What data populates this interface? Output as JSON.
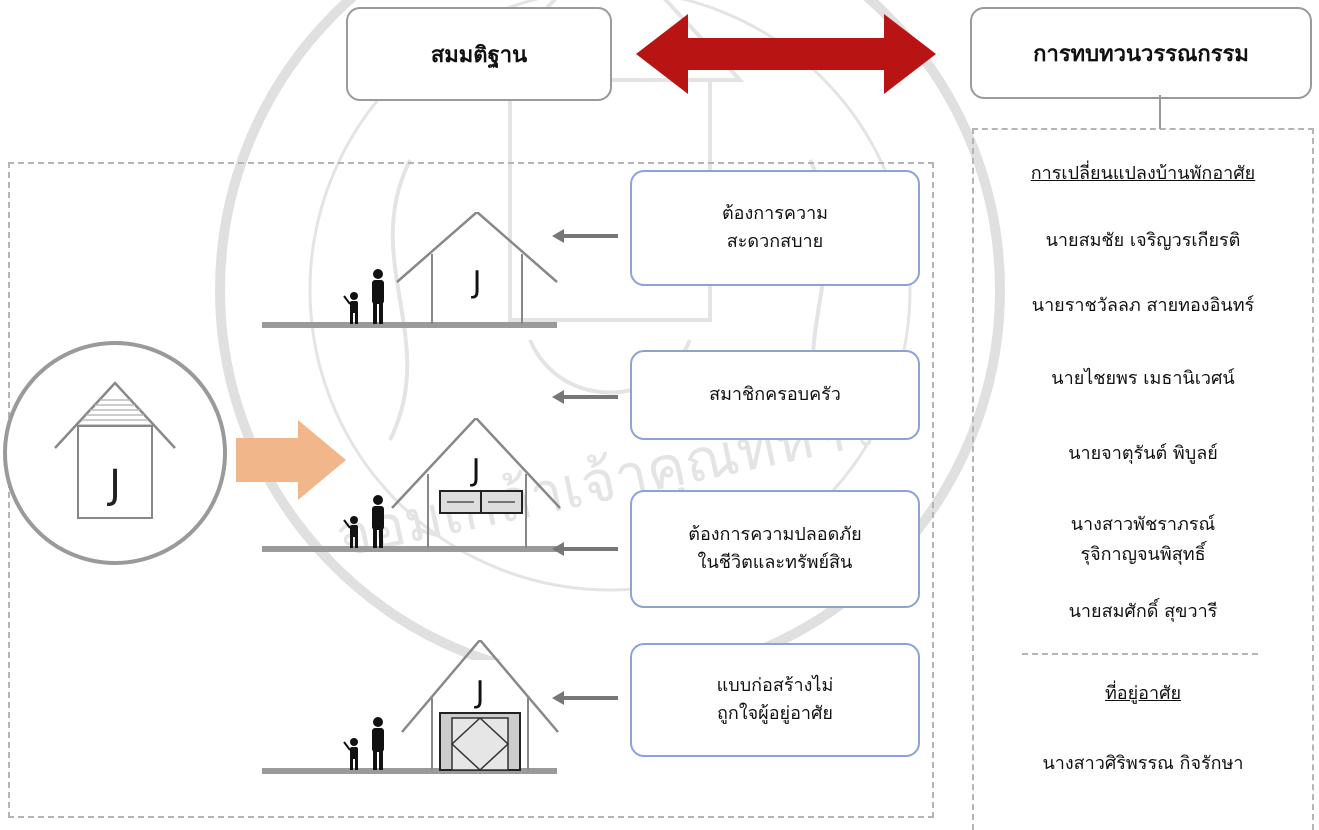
{
  "header": {
    "left_box": "สมมติฐาน",
    "right_box": "การทบทวนวรรณกรรม"
  },
  "house_letter": "J",
  "notes": [
    {
      "line1": "ต้องการความ",
      "line2": "สะดวกสบาย"
    },
    {
      "line1": "สมาชิกครอบครัว",
      "line2": ""
    },
    {
      "line1": "ต้องการความปลอดภัย",
      "line2": "ในชีวิตและทรัพย์สิน"
    },
    {
      "line1": "แบบก่อสร้างไม่",
      "line2": "ถูกใจผู้อยู่อาศัย"
    }
  ],
  "literature": {
    "section1_title": "การเปลี่ยนแปลงบ้านพักอาศัย",
    "names": [
      "นายสมชัย เจริญวรเกียรติ",
      "นายราชวัลลภ สายทองอินทร์",
      "นายไชยพร เมธานิเวศน์",
      "นายจาตุรันต์ พิบูลย์"
    ],
    "name5_line1": "นางสาวพัชราภรณ์",
    "name5_line2": "รุจิกาญจนพิสุทธิ์",
    "name6": "นายสมศักดิ์ สุขวารี",
    "section2_title": "ที่อยู่อาศัย",
    "name7": "นางสาวศิริพรรณ กิจรักษา"
  },
  "watermark_text": "จอมเกล้าเจ้าคุณทหาร",
  "colors": {
    "double_arrow": "#b81414",
    "orange_arrow": "#f2b68b",
    "note_border": "#8ea3d3",
    "dashed_border": "#b5b5b5"
  }
}
